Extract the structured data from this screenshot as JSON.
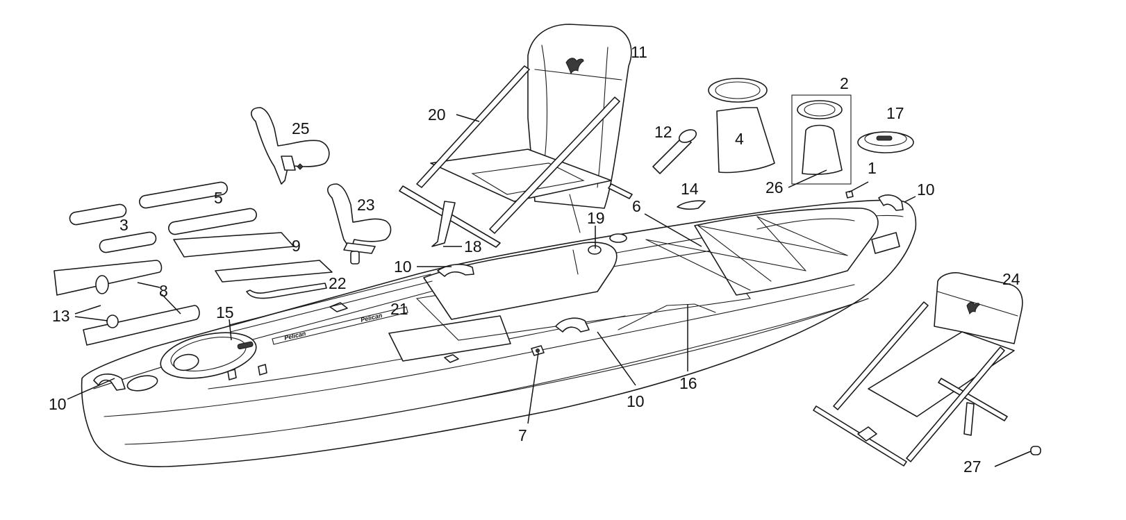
{
  "diagram": {
    "type": "exploded-parts-diagram",
    "subject": "fishing kayak",
    "ink_color": "#1a1a1a",
    "background_color": "#ffffff",
    "brand_decal": "Pelican",
    "callouts": [
      {
        "number": "1",
        "part": "drain-plug"
      },
      {
        "number": "2",
        "part": "storage-hatch-assembly"
      },
      {
        "number": "3",
        "part": "short-accessory-track"
      },
      {
        "number": "4",
        "part": "hatch-with-bag"
      },
      {
        "number": "5",
        "part": "long-accessory-track"
      },
      {
        "number": "6",
        "part": "bungee-cord"
      },
      {
        "number": "7",
        "part": "paddle-keeper"
      },
      {
        "number": "8",
        "part": "foot-brace"
      },
      {
        "number": "9",
        "part": "deck-pad"
      },
      {
        "number": "10",
        "part": "carry-handle"
      },
      {
        "number": "11",
        "part": "seat-backrest"
      },
      {
        "number": "12",
        "part": "flush-rod-holder"
      },
      {
        "number": "13",
        "part": "foot-brace-knob"
      },
      {
        "number": "14",
        "part": "cleat"
      },
      {
        "number": "15",
        "part": "bow-hatch"
      },
      {
        "number": "16",
        "part": "bungee-cord-rear"
      },
      {
        "number": "17",
        "part": "round-hatch-cover"
      },
      {
        "number": "18",
        "part": "seat-strap"
      },
      {
        "number": "19",
        "part": "cup-holder"
      },
      {
        "number": "20",
        "part": "seat-frame"
      },
      {
        "number": "21",
        "part": "ruler-decal"
      },
      {
        "number": "22",
        "part": "paddle-holder-strap"
      },
      {
        "number": "23",
        "part": "rod-holder-with-base"
      },
      {
        "number": "24",
        "part": "alternate-seat"
      },
      {
        "number": "25",
        "part": "rod-holder"
      },
      {
        "number": "26",
        "part": "hatch-bag"
      },
      {
        "number": "27",
        "part": "seat-frame-end-cap"
      }
    ]
  }
}
